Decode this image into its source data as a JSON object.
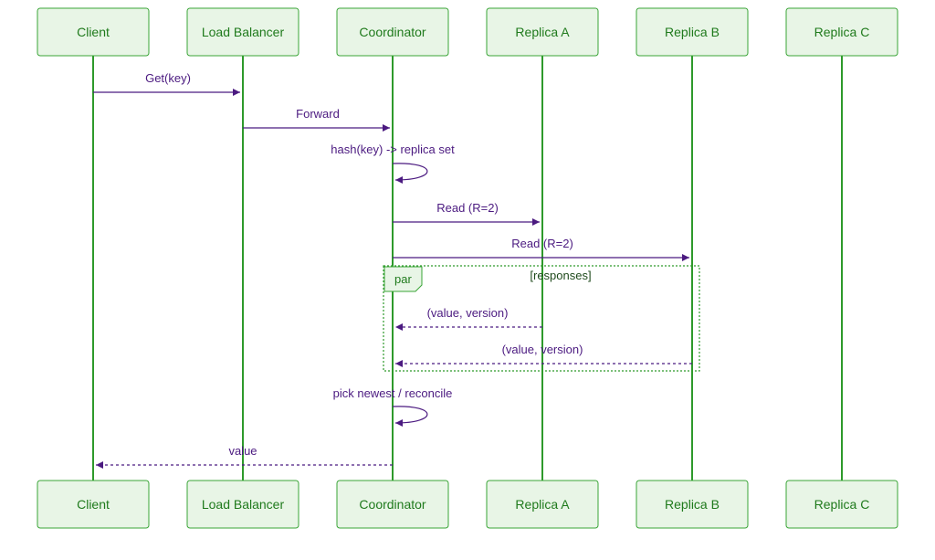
{
  "participants": [
    {
      "id": "client",
      "label": "Client"
    },
    {
      "id": "lb",
      "label": "Load Balancer"
    },
    {
      "id": "coord",
      "label": "Coordinator"
    },
    {
      "id": "ra",
      "label": "Replica A"
    },
    {
      "id": "rb",
      "label": "Replica B"
    },
    {
      "id": "rc",
      "label": "Replica C"
    }
  ],
  "messages": [
    {
      "from": "client",
      "to": "lb",
      "label": "Get(key)",
      "style": "solid"
    },
    {
      "from": "lb",
      "to": "coord",
      "label": "Forward",
      "style": "solid"
    },
    {
      "from": "coord",
      "to": "coord",
      "label": "hash(key) -> replica set",
      "style": "self"
    },
    {
      "from": "coord",
      "to": "ra",
      "label": "Read (R=2)",
      "style": "solid"
    },
    {
      "from": "coord",
      "to": "rb",
      "label": "Read (R=2)",
      "style": "solid"
    },
    {
      "from": "ra",
      "to": "coord",
      "label": "(value, version)",
      "style": "dashed"
    },
    {
      "from": "rb",
      "to": "coord",
      "label": "(value, version)",
      "style": "dashed"
    },
    {
      "from": "coord",
      "to": "coord",
      "label": "pick newest / reconcile",
      "style": "self"
    },
    {
      "from": "coord",
      "to": "client",
      "label": "value",
      "style": "dashed"
    }
  ],
  "fragment": {
    "operator": "par",
    "condition": "[responses]"
  },
  "colors": {
    "lifeline": "#2e9a2b",
    "message": "#4b1a80",
    "participant_fill": "#e8f5e6",
    "participant_border": "#3aa537"
  }
}
